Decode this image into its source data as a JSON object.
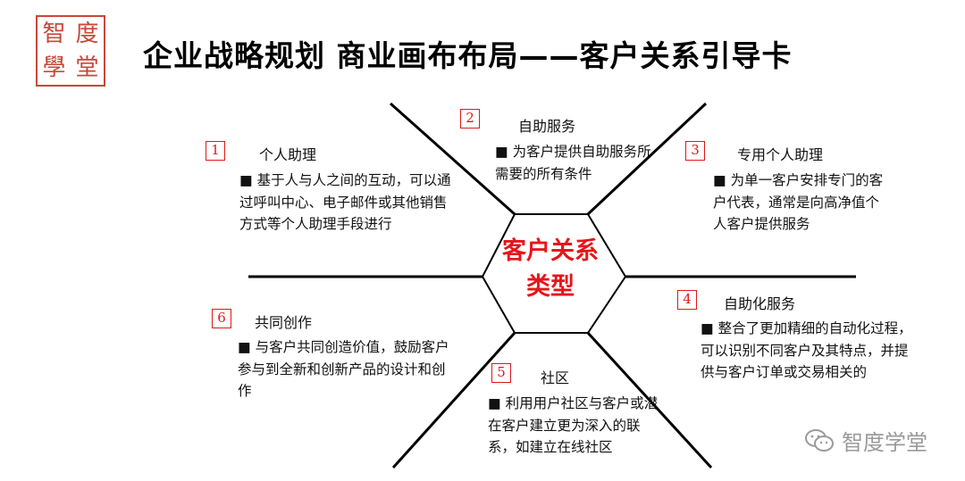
{
  "logo": {
    "chars": [
      "智",
      "度",
      "學",
      "堂"
    ]
  },
  "title": "企业战略规划 商业画布布局——客户关系引导卡",
  "center": {
    "line1": "客户关系",
    "line2": "类型"
  },
  "items": [
    {
      "num": "1",
      "label": "个人助理",
      "desc": "■ 基于人与人之间的互动，可以通过呼叫中心、电子邮件或其他销售方式等个人助理手段进行"
    },
    {
      "num": "2",
      "label": "自助服务",
      "desc": "■ 为客户提供自助服务所需要的所有条件"
    },
    {
      "num": "3",
      "label": "专用个人助理",
      "desc": "■ 为单一客户安排专门的客户代表，通常是向高净值个人客户提供服务"
    },
    {
      "num": "4",
      "label": "自助化服务",
      "desc": "■ 整合了更加精细的自动化过程，可以识别不同客户及其特点，并提供与客户订单或交易相关的"
    },
    {
      "num": "5",
      "label": "社区",
      "desc": "■ 利用用户社区与客户或潜在客户建立更为深入的联系，如建立在线社区"
    },
    {
      "num": "6",
      "label": "共同创作",
      "desc": "■ 与客户共同创造价值，鼓励客户参与到全新和创新产品的设计和创作"
    }
  ],
  "watermark": {
    "text": "智度学堂",
    "icon": "wechat-icon"
  }
}
